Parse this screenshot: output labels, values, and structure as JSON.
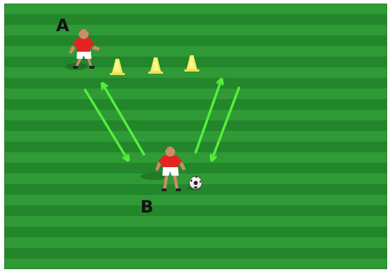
{
  "players": {
    "a": {
      "label": "A"
    },
    "b": {
      "label": "B"
    }
  },
  "colors": {
    "pitch_light": "#2f9a36",
    "pitch_dark": "#23862b",
    "arrow": "#55f03a",
    "cone": "#f4ee62",
    "shirt": "#e52421",
    "shorts": "#ffffff",
    "skin": "#c98e6a",
    "label_text": "#111111"
  },
  "elements": {
    "cone_count": 3,
    "ball_icon": "soccer-ball-icon",
    "cone_icon": "cone-icon",
    "arrow_icon": "pass-arrow-icon"
  }
}
